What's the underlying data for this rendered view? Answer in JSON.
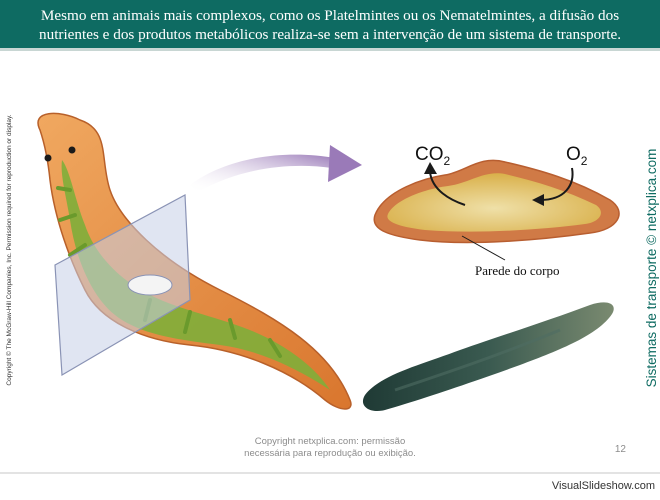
{
  "header": {
    "text": "Mesmo em animais mais complexos, como os Platelmintes ou os Nematelmintes, a difusão dos nutrientes e dos produtos metabólicos realiza-se sem a intervenção de um sistema de transporte."
  },
  "copyright_vertical": "Copyright © The McGraw-Hill Companies, Inc. Permission required for reproduction or display.",
  "side_caption": "Sistemas de transporte © netxplica.com",
  "diagram": {
    "co2_label": {
      "main": "CO",
      "sub": "2"
    },
    "o2_label": {
      "main": "O",
      "sub": "2"
    },
    "body_wall_label": "Parede do corpo"
  },
  "footer": {
    "notice_line1": "Copyright netxplica.com: permissão",
    "notice_line2": "necessária para reprodução ou exibição.",
    "slide_number": "12",
    "watermark": "VisualSlideshow.com"
  },
  "colors": {
    "header_bg": "#0e6b62",
    "accent_text": "#0e6b62",
    "worm_body": "#e08a3c",
    "worm_gut": "#7fae3a",
    "section_wall": "#d07a46",
    "section_fill": "#e6cf7a",
    "arrow_purple": "#9a7ab8",
    "photo_worm": "#2f4a43"
  }
}
